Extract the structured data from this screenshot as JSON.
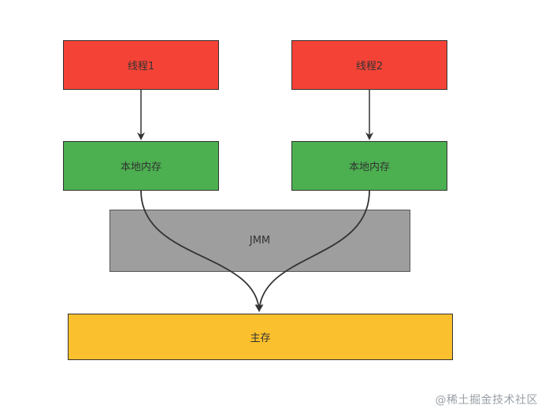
{
  "nodes": {
    "thread1": {
      "label": "线程1",
      "color": "#F44336"
    },
    "thread2": {
      "label": "线程2",
      "color": "#F44336"
    },
    "local1": {
      "label": "本地内存",
      "color": "#4CAF50"
    },
    "local2": {
      "label": "本地内存",
      "color": "#4CAF50"
    },
    "jmm": {
      "label": "JMM",
      "color": "#9E9E9E"
    },
    "main_memory": {
      "label": "主存",
      "color": "#FBC02D"
    }
  },
  "edges": [
    {
      "from": "thread1",
      "to": "local1"
    },
    {
      "from": "thread2",
      "to": "local2"
    },
    {
      "from": "local1",
      "to": "main_memory"
    },
    {
      "from": "local2",
      "to": "main_memory"
    }
  ],
  "watermark": "@稀土掘金技术社区"
}
